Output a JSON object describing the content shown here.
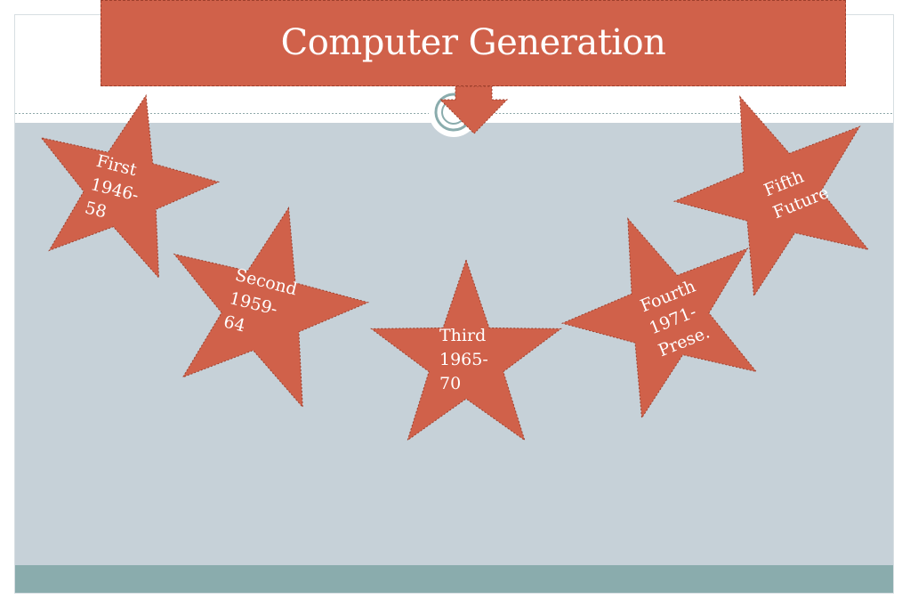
{
  "title": "Computer Generation",
  "colors": {
    "accent": "#d0614a",
    "panel": "#c6d1d8",
    "footer": "#8aacad",
    "frame": "#d7dee2"
  },
  "generations": [
    {
      "line1": "First",
      "line2": "1946-",
      "line3": "58"
    },
    {
      "line1": "Second",
      "line2": "1959-",
      "line3": "64"
    },
    {
      "line1": "Third",
      "line2": "1965-",
      "line3": "70"
    },
    {
      "line1": "Fourth",
      "line2": "1971-",
      "line3": "Prese."
    },
    {
      "line1": "Fifth",
      "line2": "Future"
    }
  ]
}
